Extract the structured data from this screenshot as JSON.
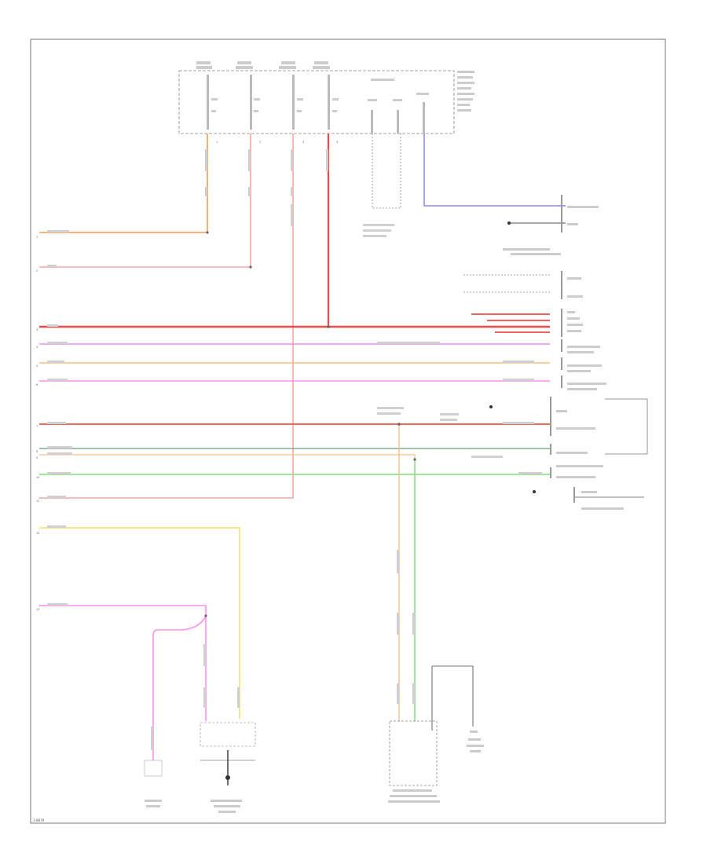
{
  "figure_ref": "1-8879",
  "colors": {
    "frame": "#777777",
    "orange": "#f29c5a",
    "red": "#f04a4a",
    "pink": "#f7a6a6",
    "violet": "#f08af0",
    "tan": "#f2c07a",
    "magenta": "#ff8ff0",
    "salmon": "#f06a60",
    "green": "#7fe07f",
    "yellow": "#f2e36a",
    "blue": "#9a9af5",
    "dark_green": "#4a8a4a",
    "gray": "#9a9a9a"
  },
  "left_pins": [
    "1",
    "2",
    "3",
    "4",
    "5",
    "6",
    "7",
    "8",
    "9",
    "10",
    "11",
    "12",
    "13"
  ],
  "fuse_numbers": [
    "1",
    "2",
    "3",
    "4"
  ]
}
